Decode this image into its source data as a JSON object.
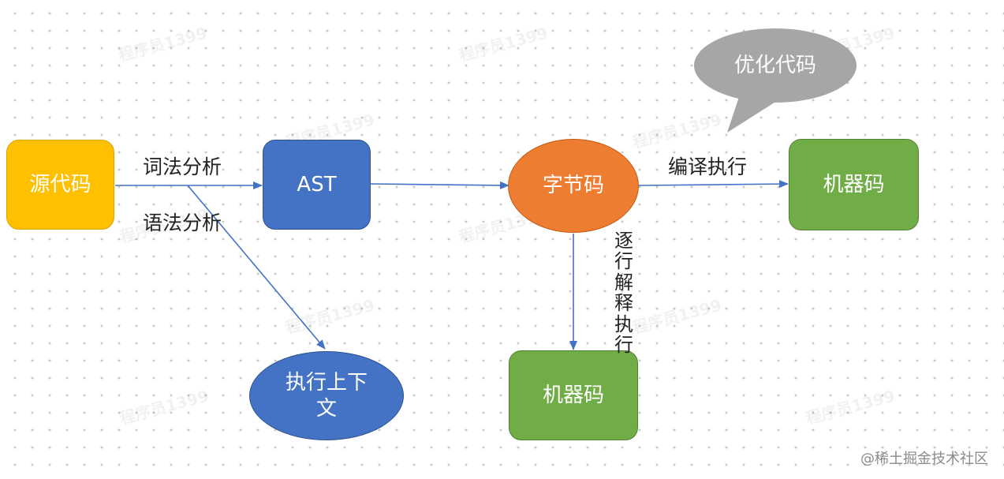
{
  "nodes": {
    "source_code": "源代码",
    "ast": "AST",
    "exec_context": "执行上下文",
    "bytecode": "字节码",
    "machine_code_compiled": "机器码",
    "machine_code_interpreted": "机器码",
    "optimize_bubble": "优化代码"
  },
  "edges": {
    "lexical": "词法分析",
    "syntax": "语法分析",
    "compile": "编译执行",
    "interpret": "逐行解释执行"
  },
  "colors": {
    "source": "#ffc000",
    "ast": "#4472c4",
    "exec_context": "#4472c4",
    "bytecode": "#ed7d31",
    "machine": "#70ad47",
    "bubble": "#a6a6a6",
    "arrow": "#4472c4"
  },
  "watermark": "程序员1399",
  "footer": "@稀土掘金技术社区"
}
